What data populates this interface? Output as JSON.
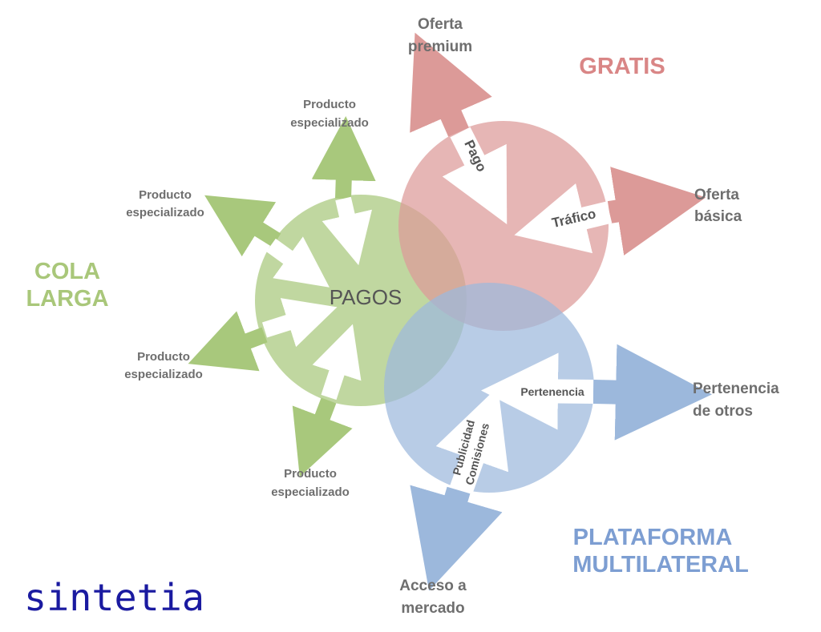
{
  "colors": {
    "green": "#a8c87c",
    "red": "#dc9a98",
    "blue": "#9cb8dc",
    "green_title": "#a9c77a",
    "red_title": "#d98686",
    "blue_title": "#7d9ed2",
    "logo": "#1a1aa0"
  },
  "groups": {
    "cola_larga": {
      "line1": "COLA",
      "line2": "LARGA"
    },
    "gratis": {
      "title": "GRATIS"
    },
    "plataforma": {
      "line1": "PLATAFORMA",
      "line2": "MULTILATERAL"
    }
  },
  "center_label": "PAGOS",
  "products": {
    "top": {
      "line1": "Producto",
      "line2": "especializado"
    },
    "upper_left": {
      "line1": "Producto",
      "line2": "especializado"
    },
    "lower_left": {
      "line1": "Producto",
      "line2": "especializado"
    },
    "bottom": {
      "line1": "Producto",
      "line2": "especializado"
    }
  },
  "outer_labels": {
    "oferta_premium": {
      "line1": "Oferta",
      "line2": "premium"
    },
    "oferta_basica": {
      "line1": "Oferta",
      "line2": "básica"
    },
    "pertenencia_otros": {
      "line1": "Pertenencia",
      "line2": "de otros"
    },
    "acceso_mercado": {
      "line1": "Acceso a",
      "line2": "mercado"
    }
  },
  "arrow_labels": {
    "pago": "Pago",
    "trafico": "Tráfico",
    "pertenencia": "Pertenencia",
    "publicidad": "Publicidad",
    "comisiones": "Comisiones"
  },
  "logo_text": "sintetia"
}
